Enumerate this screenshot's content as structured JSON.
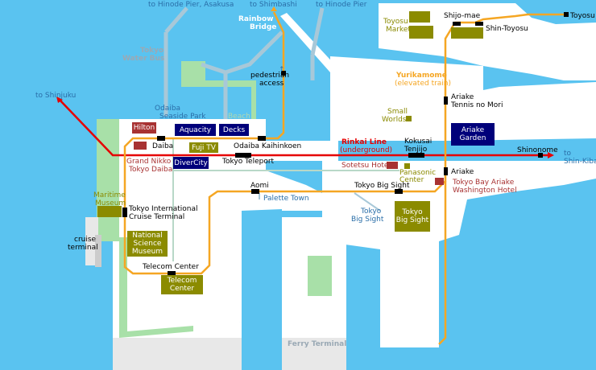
{
  "colors": {
    "water": "#5ac3f0",
    "land": "#ffffff",
    "park": "#a8e0a8",
    "pier": "#e8e8e8",
    "rinkai": "#e60000",
    "yurikamome": "#f5a623",
    "road": "#a8c8d8",
    "station": "#000000",
    "building": "#00007a",
    "venue": "#8b8b00",
    "hotel": "#a83232"
  },
  "lines": {
    "rinkai": "Rinkai Line",
    "rinkai_note": "(underground)",
    "yurikamome": "Yurikamome",
    "yurikamome_note": "(elevated train)"
  },
  "directions": {
    "hinode_asakusa": "to Hinode Pier, Asakusa",
    "shimbashi": "to Shimbashi",
    "hinode": "to Hinode Pier",
    "shinjuku": "to Shinjuku",
    "shin_kiba_1": "to",
    "shin_kiba_2": "Shin-Kiba"
  },
  "areas": {
    "water_bus_1": "Tokyo",
    "water_bus_2": "Water Bus",
    "rainbow_1": "Rainbow",
    "rainbow_2": "Bridge",
    "pedestrian_1": "pedestrian",
    "pedestrian_2": "access",
    "seaside_1": "Odaiba",
    "seaside_2": "Seaside Park",
    "beach": "Beach",
    "ferry": "Ferry Terminal",
    "palette": "Palette Town",
    "big_sight_road_1": "Tokyo",
    "big_sight_road_2": "Big Sight",
    "cruise_1": "cruise",
    "cruise_2": "terminal"
  },
  "stations": {
    "toyosu": "Toyosu",
    "shijo_mae": "Shijo-mae",
    "shin_toyosu": "Shin-Toyosu",
    "ariake_tennis_1": "Ariake",
    "ariake_tennis_2": "Tennis no Mori",
    "kokusai_1": "Kokusai",
    "kokusai_2": "Tenjijo",
    "shinonome": "Shinonome",
    "ariake": "Ariake",
    "big_sight": "Tokyo Big Sight",
    "aomi": "Aomi",
    "teleport": "Tokyo Teleport",
    "kaihinkoen": "Odaiba Kaihinkoen",
    "daiba": "Daiba",
    "cruise_station_1": "Tokyo International",
    "cruise_station_2": "Cruise Terminal",
    "telecom": "Telecom Center"
  },
  "places": {
    "toyosu_market_1": "Toyosu",
    "toyosu_market_2": "Market",
    "hilton": "Hilton",
    "aquacity": "Aquacity",
    "decks": "Decks",
    "fujitv": "Fuji TV",
    "divercity": "DiverCity",
    "nikko_1": "Grand Nikko",
    "nikko_2": "Tokyo Daiba",
    "maritime_1": "Maritime",
    "maritime_2": "Museum",
    "science_1": "National",
    "science_2": "Science",
    "science_3": "Museum",
    "telecom_center_1": "Telecom",
    "telecom_center_2": "Center",
    "small_worlds_1": "Small",
    "small_worlds_2": "Worlds",
    "ariake_garden_1": "Ariake",
    "ariake_garden_2": "Garden",
    "sotetsu": "Sotetsu Hotel",
    "panasonic_1": "Panasonic",
    "panasonic_2": "Center",
    "washington_1": "Tokyo Bay Ariake",
    "washington_2": "Washington Hotel",
    "big_sight_box_1": "Tokyo",
    "big_sight_box_2": "Big Sight"
  }
}
